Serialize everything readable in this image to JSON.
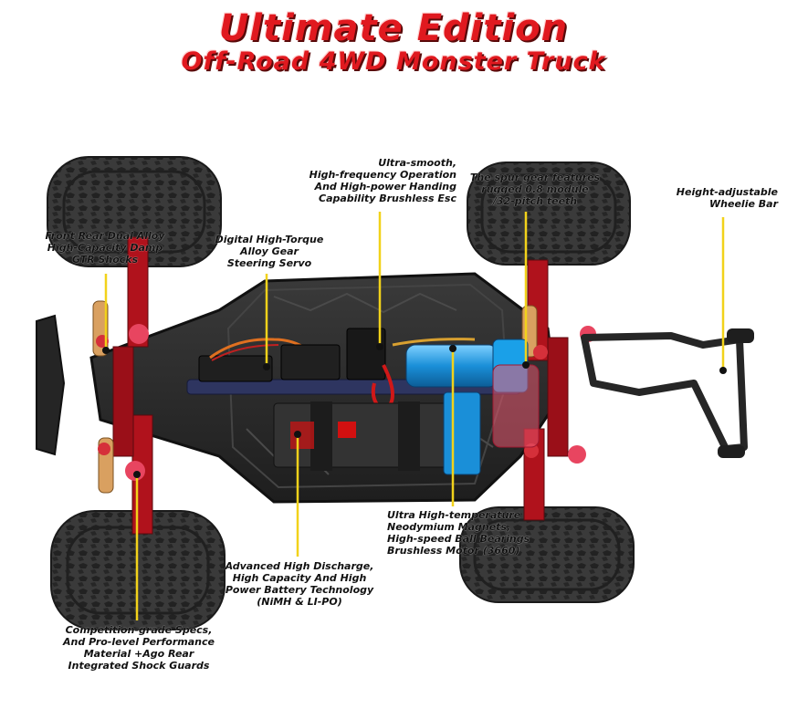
{
  "title": {
    "line1": "Ultimate Edition",
    "line2": "Off-Road 4WD Monster Truck"
  },
  "callouts": {
    "esc": [
      "Ultra-smooth,",
      "High-frequency Operation",
      "And High-power Handing",
      "Capability Brushless Esc"
    ],
    "spur_gear": [
      "The spur gear features",
      "rugged 0.8 module",
      "/32-pitch teeth"
    ],
    "wheelie_bar": [
      "Height-adjustable",
      "Wheelie Bar"
    ],
    "shocks": [
      "Front Rear Dual Alloy",
      "High-Capacity Damp",
      "GTR Shocks"
    ],
    "servo": [
      "Digital High-Torque",
      "Alloy Gear",
      "Steering Servo"
    ],
    "motor": [
      "Ultra High-temperature",
      "Neodymium Magnets,",
      "High-speed Ball Bearings",
      "Brushless Motor (3660)"
    ],
    "battery": [
      "Advanced High Discharge,",
      "High Capacity And High",
      "Power Battery Technology",
      "(NiMH & LI-PO)"
    ],
    "specs": [
      "Competition-grade Specs,",
      "And Pro-level Performance",
      "Material +Ago Rear",
      "Integrated Shock Guards"
    ]
  },
  "colors": {
    "title_red": "#e0191f",
    "callout_line": "#f2d21a",
    "chassis": "#2b2b2b",
    "tire": "#3a3a3a",
    "alloy_red": "#b0121c",
    "motor_blue": "#1a8fd8"
  }
}
